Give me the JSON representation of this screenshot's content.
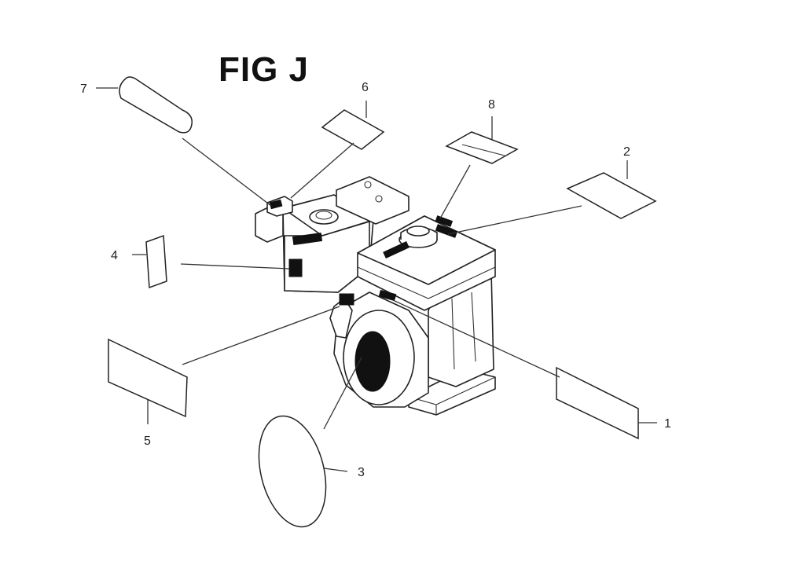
{
  "figure": {
    "title": "FIG J"
  },
  "callouts": [
    {
      "id": "1",
      "label": "1"
    },
    {
      "id": "2",
      "label": "2"
    },
    {
      "id": "3",
      "label": "3"
    },
    {
      "id": "4",
      "label": "4"
    },
    {
      "id": "5",
      "label": "5"
    },
    {
      "id": "6",
      "label": "6"
    },
    {
      "id": "7",
      "label": "7"
    },
    {
      "id": "8",
      "label": "8"
    }
  ]
}
